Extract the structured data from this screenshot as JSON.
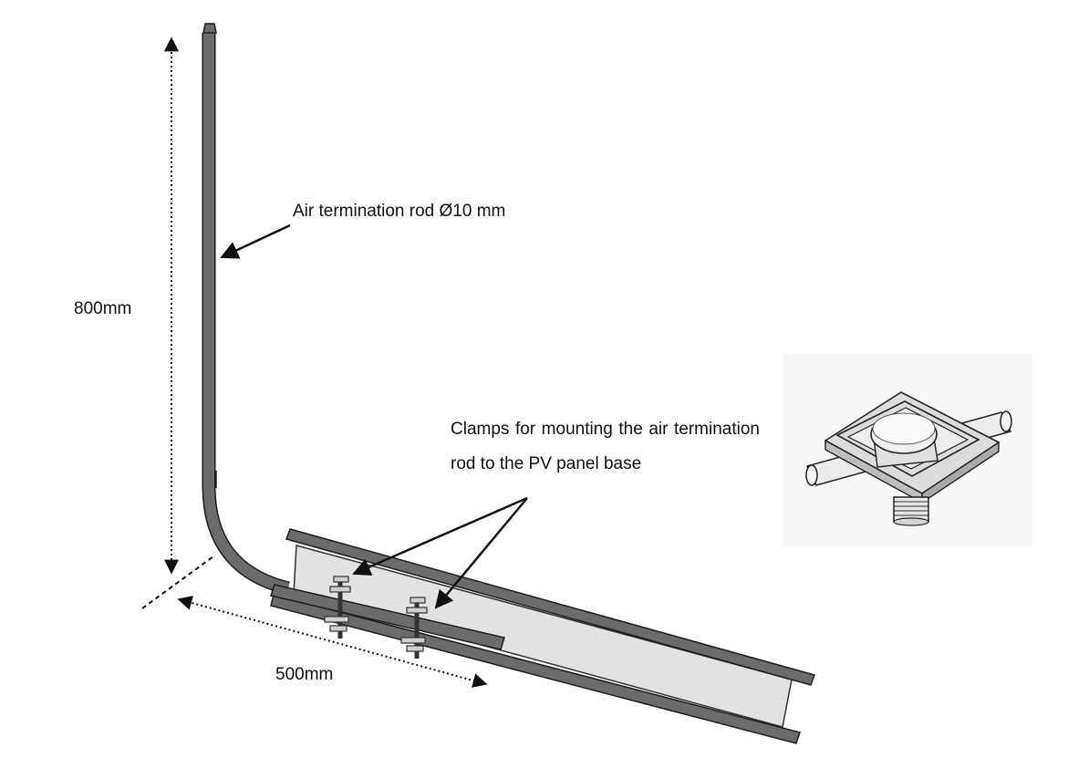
{
  "labels": {
    "rod": "Air termination rod Ø10 mm",
    "clamps": "Clamps for mounting the air termination rod to the PV panel base",
    "height": "800mm",
    "length": "500mm"
  },
  "colors": {
    "rod": "#6b6b6b",
    "rod_outline": "#1e1e1e",
    "panel_fill": "#e2e2e2",
    "clamp_metal": "#d0d0d0",
    "line": "#111111"
  }
}
